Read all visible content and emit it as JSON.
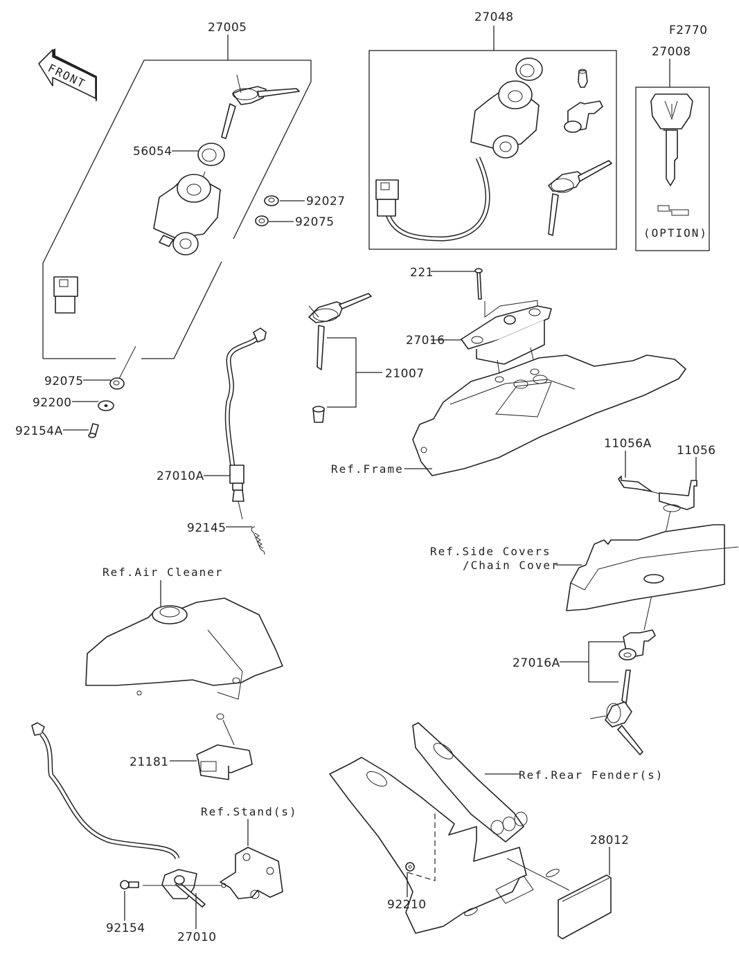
{
  "diagram": {
    "figure_code": "F2770",
    "front_indicator": "FRONT",
    "option_note": "(OPTION)",
    "callouts": [
      {
        "id": "c27005",
        "label": "27005"
      },
      {
        "id": "c56054",
        "label": "56054"
      },
      {
        "id": "c92027",
        "label": "92027"
      },
      {
        "id": "c92075a",
        "label": "92075"
      },
      {
        "id": "c92075b",
        "label": "92075"
      },
      {
        "id": "c92200",
        "label": "92200"
      },
      {
        "id": "c92154A",
        "label": "92154A"
      },
      {
        "id": "c27048",
        "label": "27048"
      },
      {
        "id": "c27008",
        "label": "27008"
      },
      {
        "id": "c221",
        "label": "221"
      },
      {
        "id": "c27016",
        "label": "27016"
      },
      {
        "id": "c21007",
        "label": "21007"
      },
      {
        "id": "c27010A",
        "label": "27010A"
      },
      {
        "id": "c92145",
        "label": "92145"
      },
      {
        "id": "c11056A",
        "label": "11056A"
      },
      {
        "id": "c11056",
        "label": "11056"
      },
      {
        "id": "c27016A",
        "label": "27016A"
      },
      {
        "id": "c21181",
        "label": "21181"
      },
      {
        "id": "c92154",
        "label": "92154"
      },
      {
        "id": "c27010",
        "label": "27010"
      },
      {
        "id": "c28012",
        "label": "28012"
      },
      {
        "id": "c92210",
        "label": "92210"
      }
    ],
    "references": [
      {
        "id": "rframe",
        "label": "Ref.Frame"
      },
      {
        "id": "rside1",
        "label": "Ref.Side Covers"
      },
      {
        "id": "rside2",
        "label": "/Chain Cover"
      },
      {
        "id": "rair",
        "label": "Ref.Air Cleaner"
      },
      {
        "id": "rstand",
        "label": "Ref.Stand(s)"
      },
      {
        "id": "rfender",
        "label": "Ref.Rear Fender(s)"
      }
    ]
  }
}
